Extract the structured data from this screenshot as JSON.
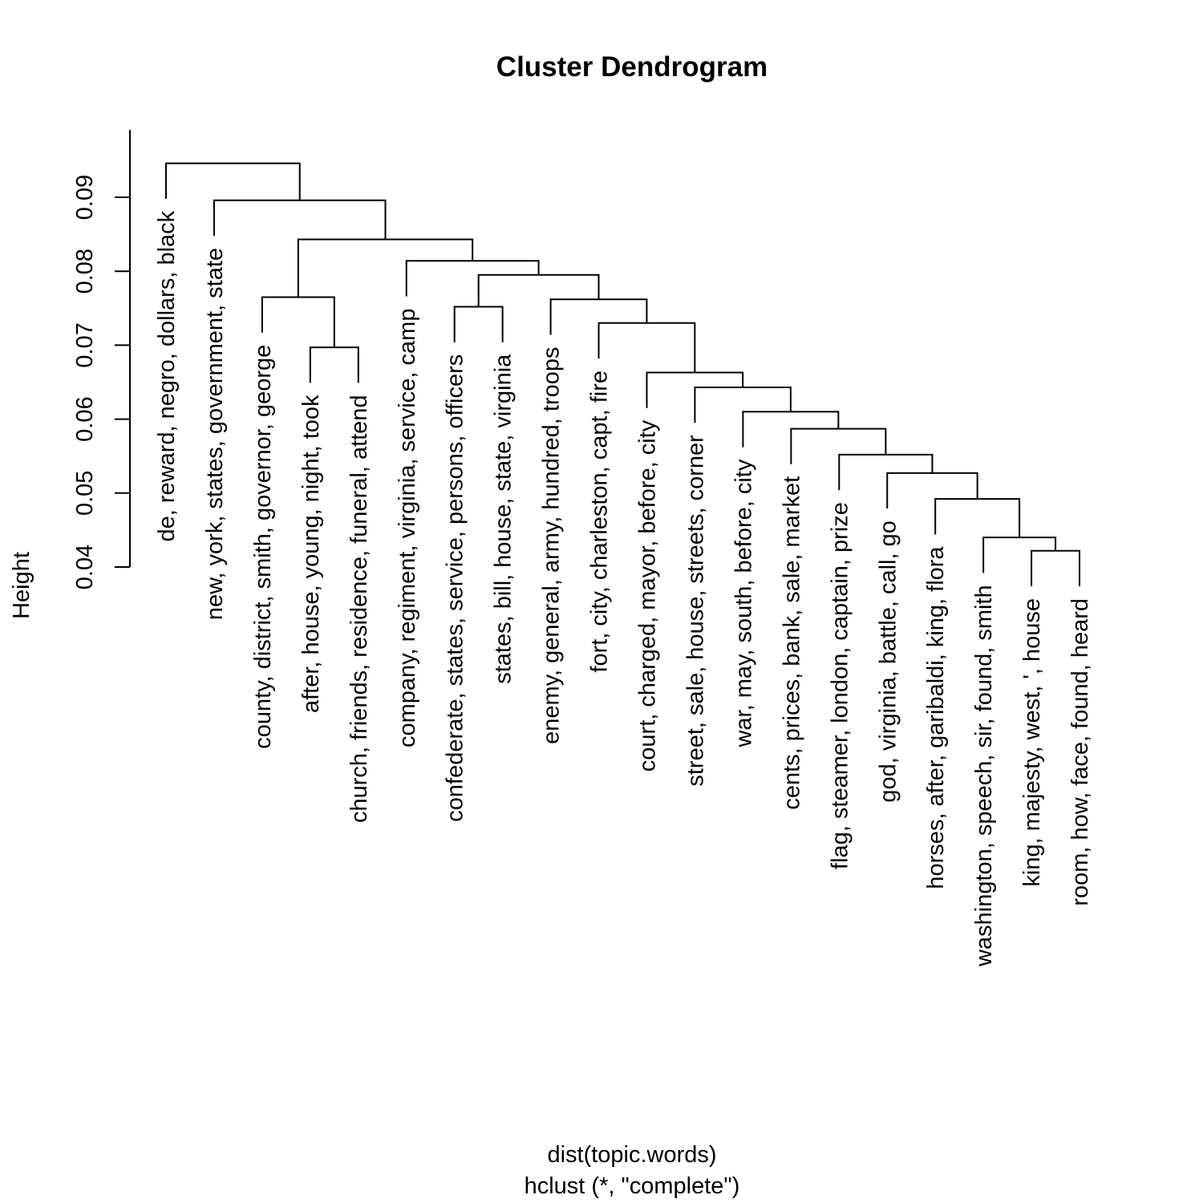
{
  "chart_data": {
    "type": "dendrogram",
    "title": "Cluster Dendrogram",
    "xlabel": "dist(topic.words)",
    "sublabel": "hclust (*, \"complete\")",
    "ylabel": "Height",
    "ylim": [
      0.04,
      0.1
    ],
    "yticks": [
      0.04,
      0.05,
      0.06,
      0.07,
      0.08,
      0.09
    ],
    "ytick_labels": [
      "0.04",
      "0.05",
      "0.06",
      "0.07",
      "0.08",
      "0.09"
    ],
    "grid": false,
    "leaves": [
      "de, reward, negro, dollars, black",
      "new, york, states, government, state",
      "county, district, smith, governor, george",
      "after, house, young, night, took",
      "church, friends, residence, funeral, attend",
      "company, regiment, virginia, service, camp",
      "confederate, states, service, persons, officers",
      "states, bill, house, state, virginia",
      "enemy, general, army, hundred, troops",
      "fort, city, charleston, capt, fire",
      "court, charged, mayor, before, city",
      "street, sale, house, streets, corner",
      "war, may, south, before, city",
      "cents, prices, bank, sale, market",
      "flag, steamer, london, captain, prize",
      "god, virginia, battle, call, go",
      "horses, after, garibaldi, king, flora",
      "washington, speech, sir, found, smith",
      "king, majesty, west, ', house",
      "room, how, face, found, heard"
    ],
    "merges": [
      {
        "id": "m1",
        "left": 18,
        "right": 19,
        "height": 0.0422
      },
      {
        "id": "m2",
        "left": 17,
        "right": "m1",
        "height": 0.044
      },
      {
        "id": "m3",
        "left": 16,
        "right": "m2",
        "height": 0.0492
      },
      {
        "id": "m4",
        "left": 15,
        "right": "m3",
        "height": 0.0527
      },
      {
        "id": "m5",
        "left": 14,
        "right": "m4",
        "height": 0.0552
      },
      {
        "id": "m6",
        "left": 13,
        "right": "m5",
        "height": 0.0587
      },
      {
        "id": "m7",
        "left": 12,
        "right": "m6",
        "height": 0.061
      },
      {
        "id": "m8",
        "left": 11,
        "right": "m7",
        "height": 0.0643
      },
      {
        "id": "m9",
        "left": 10,
        "right": "m8",
        "height": 0.0663
      },
      {
        "id": "m10",
        "left": 9,
        "right": "m9",
        "height": 0.073
      },
      {
        "id": "m11",
        "left": 3,
        "right": 4,
        "height": 0.0697
      },
      {
        "id": "m12",
        "left": 2,
        "right": "m11",
        "height": 0.0765
      },
      {
        "id": "m13",
        "left": 6,
        "right": 7,
        "height": 0.0752
      },
      {
        "id": "m14",
        "left": 8,
        "right": "m10",
        "height": 0.0762
      },
      {
        "id": "m15",
        "left": "m13",
        "right": "m14",
        "height": 0.0795
      },
      {
        "id": "m16",
        "left": 5,
        "right": "m15",
        "height": 0.0814
      },
      {
        "id": "m17",
        "left": "m12",
        "right": "m16",
        "height": 0.0843
      },
      {
        "id": "m18",
        "left": 1,
        "right": "m17",
        "height": 0.0896
      },
      {
        "id": "m19",
        "left": 0,
        "right": "m18",
        "height": 0.0946
      }
    ],
    "leaf_label_offset": 0.0048
  }
}
